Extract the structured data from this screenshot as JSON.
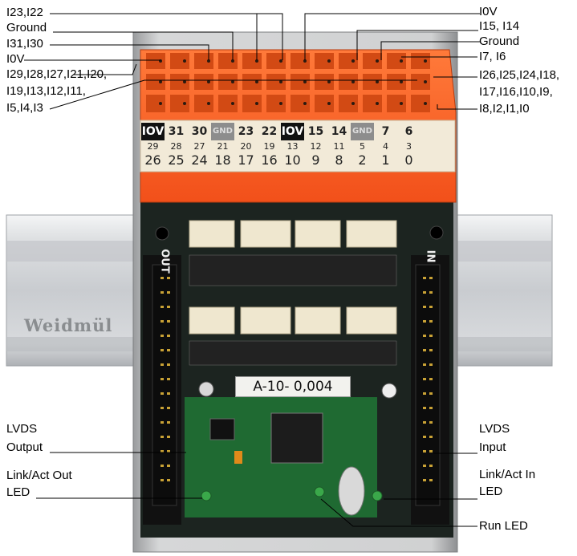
{
  "module": {
    "chip_label": "A-10- 0,004",
    "out_label": "OUT",
    "in_label": "IN",
    "rail_brand": "Weidmül",
    "terminal_top_row": [
      {
        "text": "IOV",
        "style": "inv"
      },
      {
        "text": "31",
        "style": "n"
      },
      {
        "text": "30",
        "style": "n"
      },
      {
        "text": "GND",
        "style": "gnd"
      },
      {
        "text": "23",
        "style": "n"
      },
      {
        "text": "22",
        "style": "n"
      },
      {
        "text": "IOV",
        "style": "inv"
      },
      {
        "text": "15",
        "style": "n"
      },
      {
        "text": "14",
        "style": "n"
      },
      {
        "text": "GND",
        "style": "gnd"
      },
      {
        "text": "7",
        "style": "n"
      },
      {
        "text": "6",
        "style": "n"
      }
    ],
    "terminal_mid_row": [
      "29",
      "28",
      "27",
      "21",
      "20",
      "19",
      "13",
      "12",
      "11",
      "5",
      "4",
      "3"
    ],
    "terminal_bottom_row": [
      "26",
      "25",
      "24",
      "18",
      "17",
      "16",
      "10",
      "9",
      "8",
      "2",
      "1",
      "0"
    ]
  },
  "callouts_left": {
    "i23_i22": "I23,I22",
    "ground": "Ground",
    "i31_i30": "I31,I30",
    "i0v": "I0V",
    "group_line1": "I29,I28,I27,I21,I20,",
    "group_line2": "I19,I13,I12,I11,",
    "group_line3": "I5,I4,I3",
    "lvds_out_line1": "LVDS",
    "lvds_out_line2": "Output",
    "link_out_line1": "Link/Act Out",
    "link_out_line2": "LED"
  },
  "callouts_right": {
    "i0v": "I0V",
    "i15_i14": "I15, I14",
    "ground": "Ground",
    "i7_i6": "I7, I6",
    "group_line1": "I26,I25,I24,I18,",
    "group_line2": "I17,I16,I10,I9,",
    "group_line3": "I8,I2,I1,I0",
    "lvds_in_line1": "LVDS",
    "lvds_in_line2": "Input",
    "link_in_line1": "Link/Act In",
    "link_in_line2": "LED",
    "run_led": "Run LED"
  }
}
